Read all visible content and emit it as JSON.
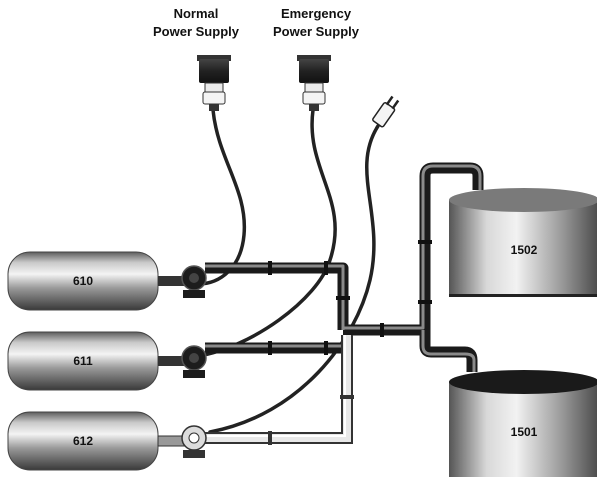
{
  "supplies": {
    "normal": {
      "line1": "Normal",
      "line2": "Power Supply"
    },
    "emergency": {
      "line1": "Emergency",
      "line2": "Power Supply"
    }
  },
  "tanks": {
    "t610": "610",
    "t611": "611",
    "t612": "612",
    "t1502": "1502",
    "t1501": "1501"
  }
}
